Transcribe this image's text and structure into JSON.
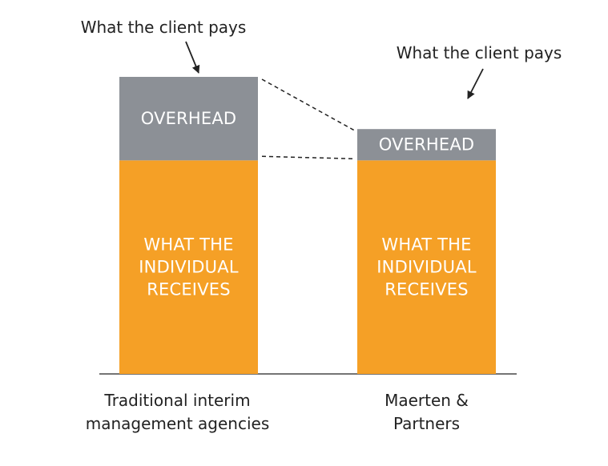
{
  "chart_data": {
    "type": "bar",
    "stacked": true,
    "categories": [
      [
        "Traditional interim",
        "management agencies"
      ],
      [
        "Maerten &",
        "Partners"
      ]
    ],
    "series": [
      {
        "name": "WHAT THE INDIVIDUAL RECEIVES",
        "label_lines": [
          "WHAT THE",
          "INDIVIDUAL",
          "RECEIVES"
        ],
        "values": [
          225,
          225
        ],
        "color": "#F5A026"
      },
      {
        "name": "OVERHEAD",
        "label_lines": [
          "OVERHEAD"
        ],
        "values": [
          88,
          33
        ],
        "color": "#8C9096"
      }
    ],
    "annotations": [
      {
        "text": "What the client pays",
        "category": 0
      },
      {
        "text": "What the client pays",
        "category": 1
      }
    ],
    "ylim": [
      0,
      313
    ],
    "grid": false,
    "legend": "none",
    "connector_lines": "dashed"
  }
}
